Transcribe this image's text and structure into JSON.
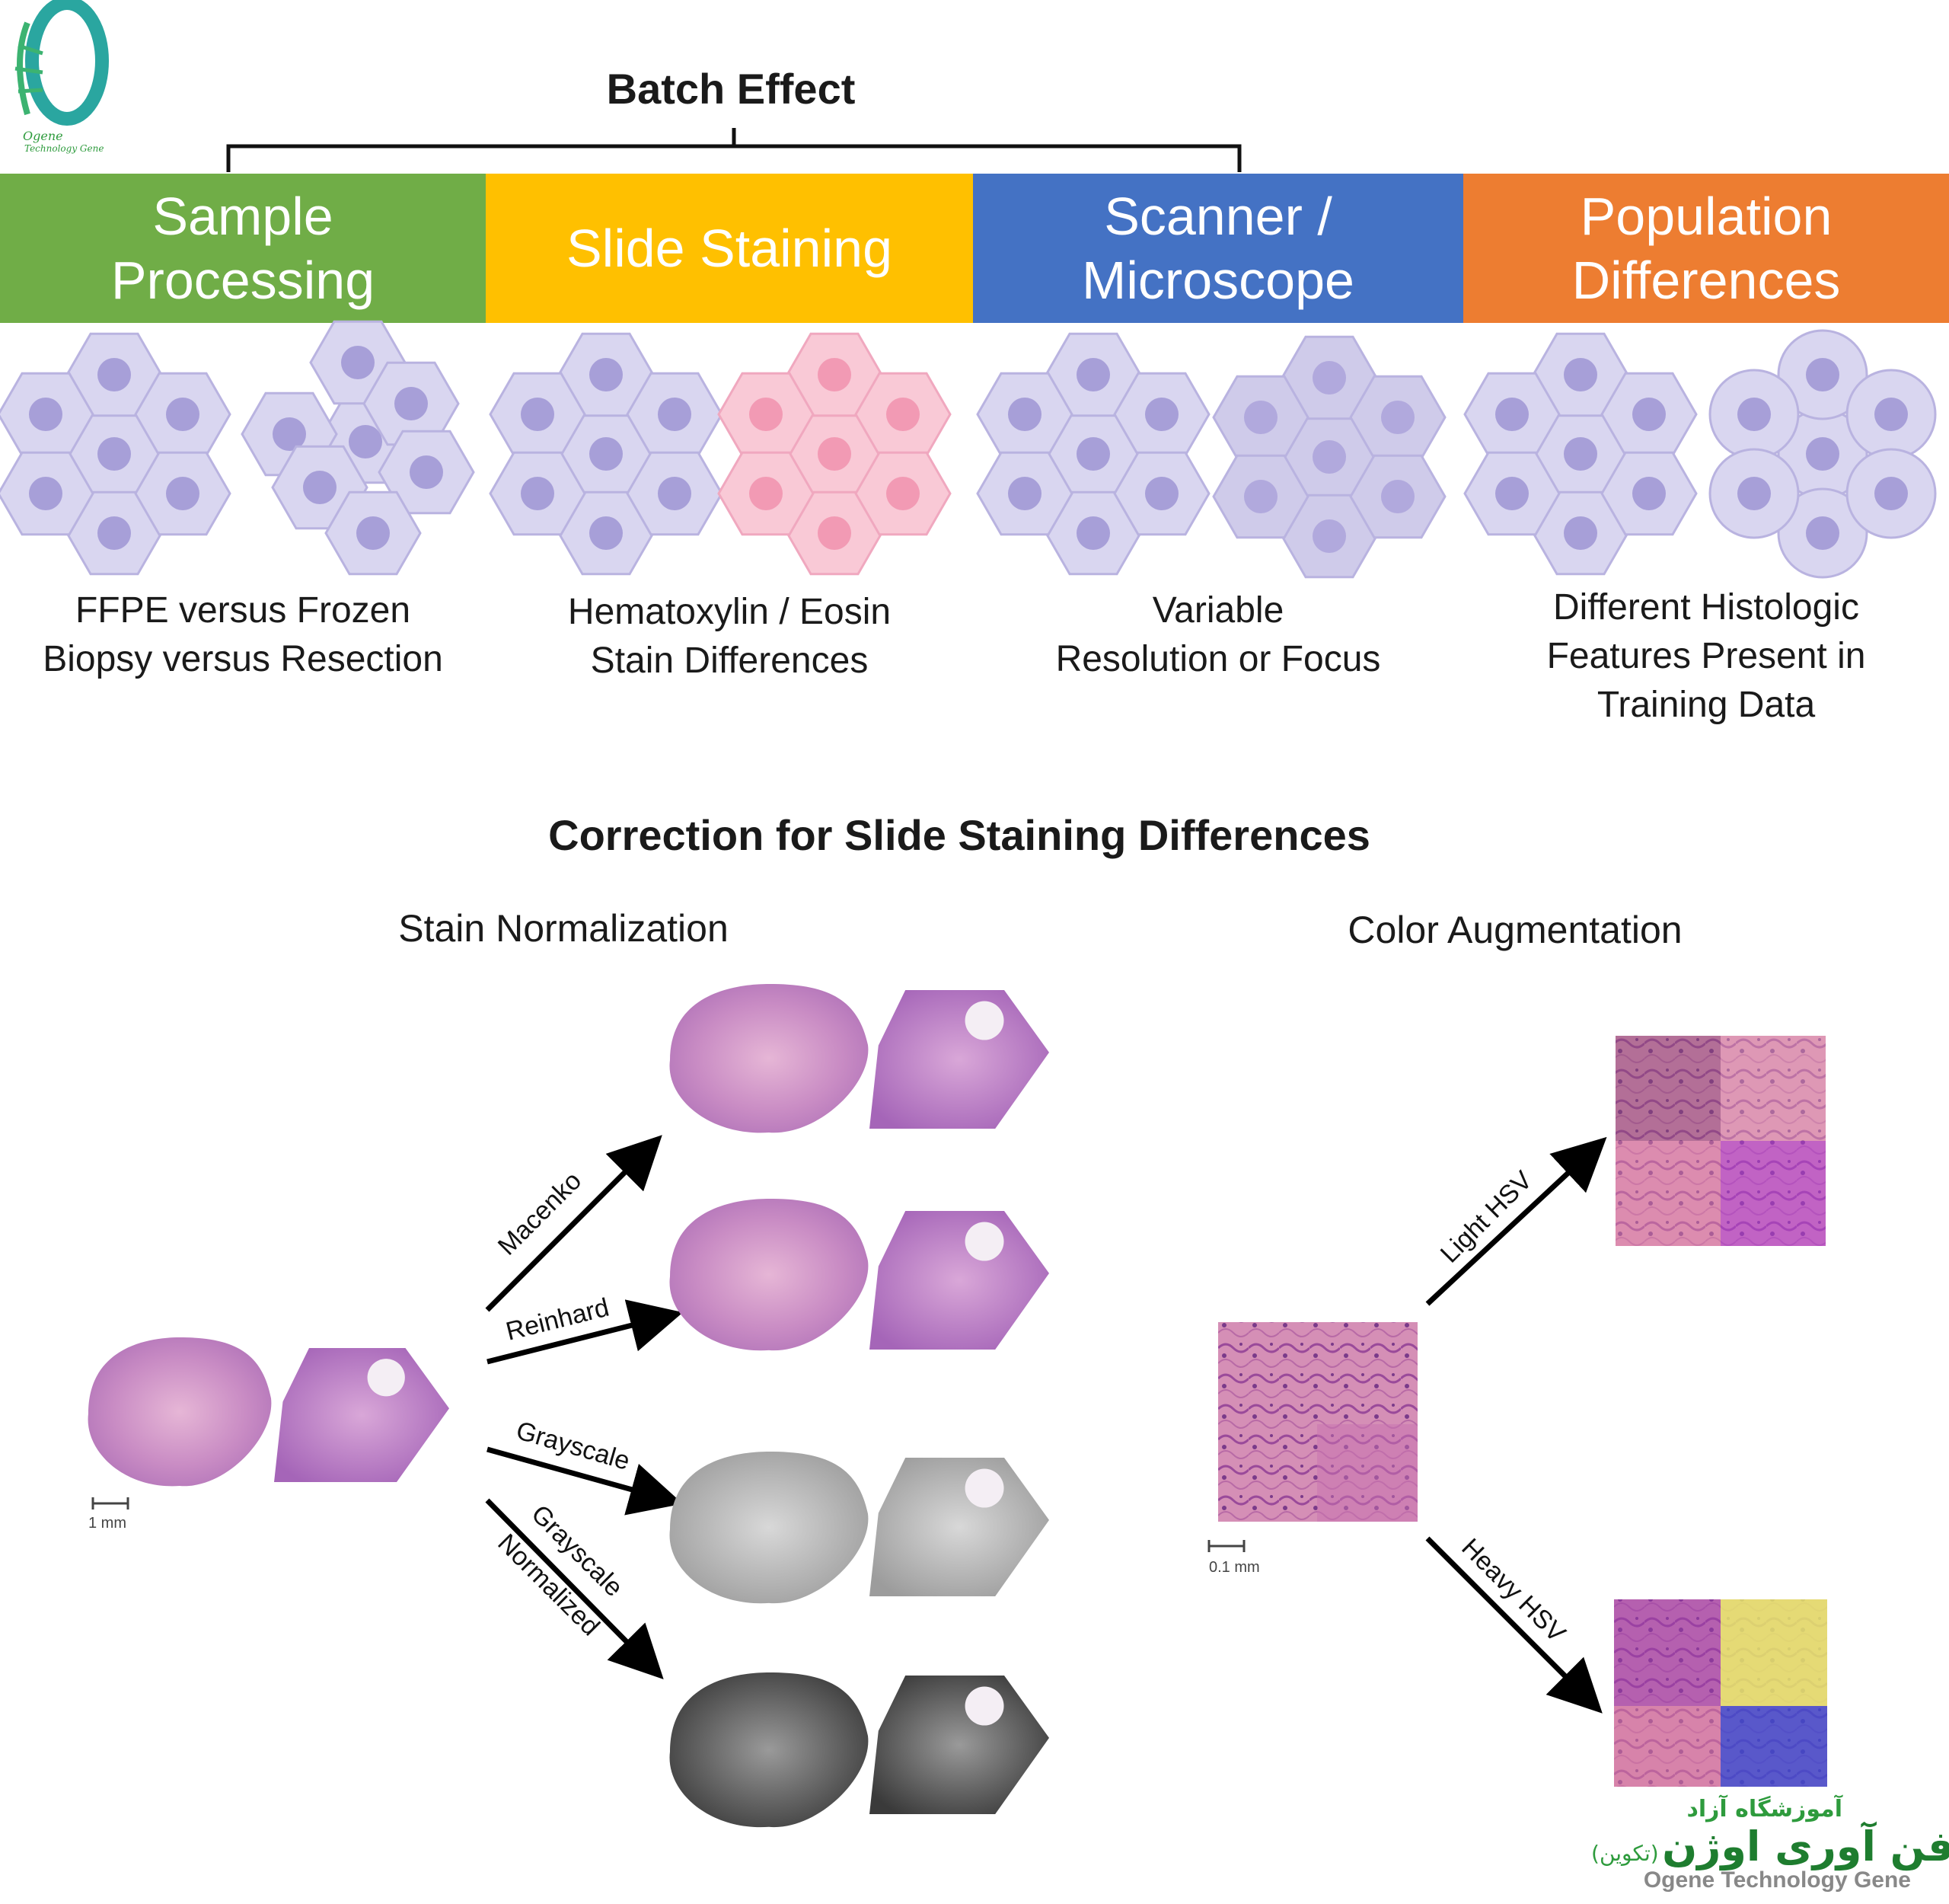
{
  "logo": {
    "brand_line1": "Ogene",
    "brand_line2": "Technology Gene"
  },
  "batch_effect": {
    "title": "Batch Effect",
    "categories": [
      {
        "label": "Sample\nProcessing",
        "color": "#70ad47",
        "caption": "FFPE versus Frozen\nBiopsy versus Resection"
      },
      {
        "label": "Slide Staining",
        "color": "#ffc000",
        "caption": "Hematoxylin / Eosin\nStain Differences"
      },
      {
        "label": "Scanner /\nMicroscope",
        "color": "#4472c4",
        "caption": "Variable\nResolution or Focus"
      },
      {
        "label": "Population\nDifferences",
        "color": "#ed7d31",
        "caption": "Different Histologic\nFeatures Present in\nTraining Data"
      }
    ]
  },
  "correction": {
    "title": "Correction for Slide Staining Differences",
    "stain_normalization": {
      "title": "Stain Normalization",
      "scale_label": "1 mm",
      "methods": [
        "Macenko",
        "Reinhard",
        "Grayscale",
        "Grayscale",
        "Normalized"
      ]
    },
    "color_augmentation": {
      "title": "Color Augmentation",
      "scale_label": "0.1 mm",
      "methods": [
        "Light HSV",
        "Heavy HSV"
      ]
    }
  },
  "watermark": {
    "line_small": "آموزشگاه آزاد",
    "line_big": "ژن فن آوری اوژن",
    "line_paren": "(تکوین)",
    "line_en": "Ogene Technology Gene"
  },
  "colors": {
    "cell_purple": "#d9d6f0",
    "cell_purple_edge": "#b9b3e0",
    "nucleus_purple": "#a79fd8",
    "cell_pink": "#f9c9d6",
    "nucleus_pink": "#f29ab4",
    "tissue_pink": "#c779b4",
    "tissue_purple": "#b070c0"
  }
}
